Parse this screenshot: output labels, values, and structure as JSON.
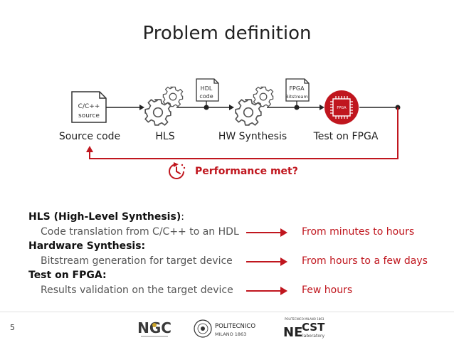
{
  "title": "Problem definition",
  "docs": {
    "source": [
      "C/C++",
      "source"
    ],
    "hdl": [
      "HDL",
      "code"
    ],
    "bitstream": [
      "FPGA",
      "Bitstream"
    ]
  },
  "chip_label": "FPGA",
  "stages": {
    "source": "Source code",
    "hls": "HLS",
    "hw": "HW Synthesis",
    "test": "Test on FPGA"
  },
  "performance": "Performance met?",
  "rows": [
    {
      "heading": "HLS (High-Level Synthesis)",
      "suffix": ":",
      "desc": "Code translation from C/C++ to an HDL",
      "time": "From minutes to hours"
    },
    {
      "heading": "Hardware Synthesis:",
      "suffix": "",
      "desc": "Bitstream generation for target device",
      "time": "From hours to a few days"
    },
    {
      "heading": "Test on FPGA:",
      "suffix": "",
      "desc": "Results validation on the target device",
      "time": "Few hours"
    }
  ],
  "footer": {
    "page": "5",
    "ngc": "NGC",
    "polimi_name": "POLITECNICO",
    "polimi_city": "MILANO 1863",
    "necst_top": "POLITECNICO MILANO 1863",
    "necst_ne": "NE",
    "necst_cst": "CST",
    "necst_lab": "laboratory"
  },
  "colors": {
    "accent": "#c0161e",
    "text": "#222222",
    "muted": "#555555"
  }
}
